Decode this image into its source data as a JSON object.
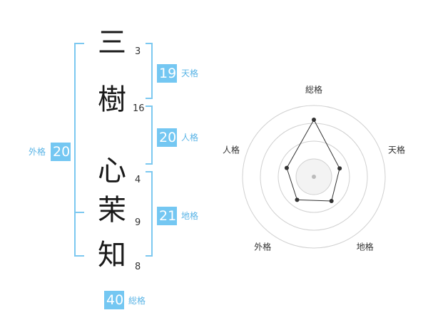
{
  "name": {
    "chars": [
      {
        "char": "三",
        "strokes": "3"
      },
      {
        "char": "樹",
        "strokes": "16"
      },
      {
        "char": "心",
        "strokes": "4"
      },
      {
        "char": "茉",
        "strokes": "9"
      },
      {
        "char": "知",
        "strokes": "8"
      }
    ]
  },
  "fortune": {
    "tenkaku": {
      "value": "19",
      "label": "天格"
    },
    "jinkaku": {
      "value": "20",
      "label": "人格"
    },
    "chikaku": {
      "value": "21",
      "label": "地格"
    },
    "gaikaku": {
      "value": "20",
      "label": "外格"
    },
    "soukaku": {
      "value": "40",
      "label": "総格"
    }
  },
  "colors": {
    "accent": "#74c7f2",
    "bracket": "#7cc8f0"
  },
  "chart_data": {
    "type": "radar",
    "axes": [
      "総格",
      "天格",
      "地格",
      "外格",
      "人格"
    ],
    "values": [
      40,
      19,
      21,
      20,
      20
    ],
    "rings": 4
  }
}
